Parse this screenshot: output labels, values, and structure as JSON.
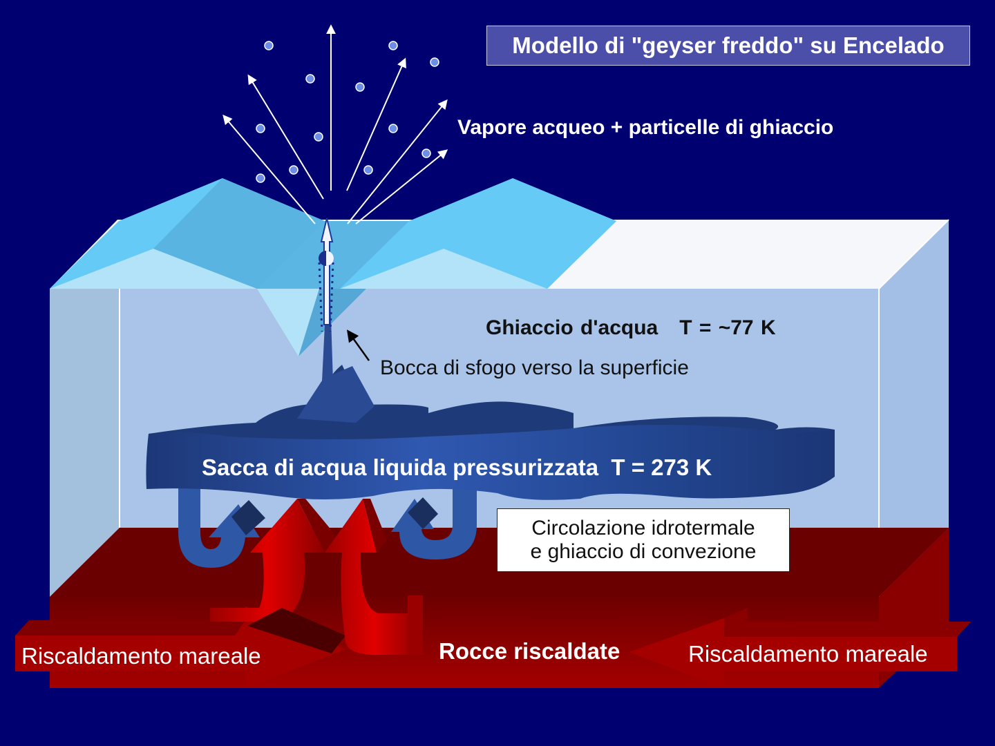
{
  "title": "Modello di \"geyser freddo\" su Encelado",
  "labels": {
    "vapor": "Vapore acqueo + particelle di ghiaccio",
    "ice": "Ghiaccio d'acqua   T = ~77 K",
    "vent": "Bocca di sfogo verso la superficie",
    "pocket": "Sacca di acqua liquida pressurizzata  T = 273 K",
    "circulation_line1": "Circolazione idrotermale",
    "circulation_line2": "e ghiaccio di convezione",
    "rocks": "Rocce riscaldate",
    "tidal_left": "Riscaldamento mareale",
    "tidal_right": "Riscaldamento mareale"
  },
  "colors": {
    "background": "#000070",
    "ice_front": "#a9c4e8",
    "ice_top": "#f6f7fa",
    "ice_crest": "#62c8f4",
    "water": "#24448e",
    "rock": "#7a0000",
    "heat_arrow": "#c80000",
    "title_box": "#4b4faa"
  }
}
